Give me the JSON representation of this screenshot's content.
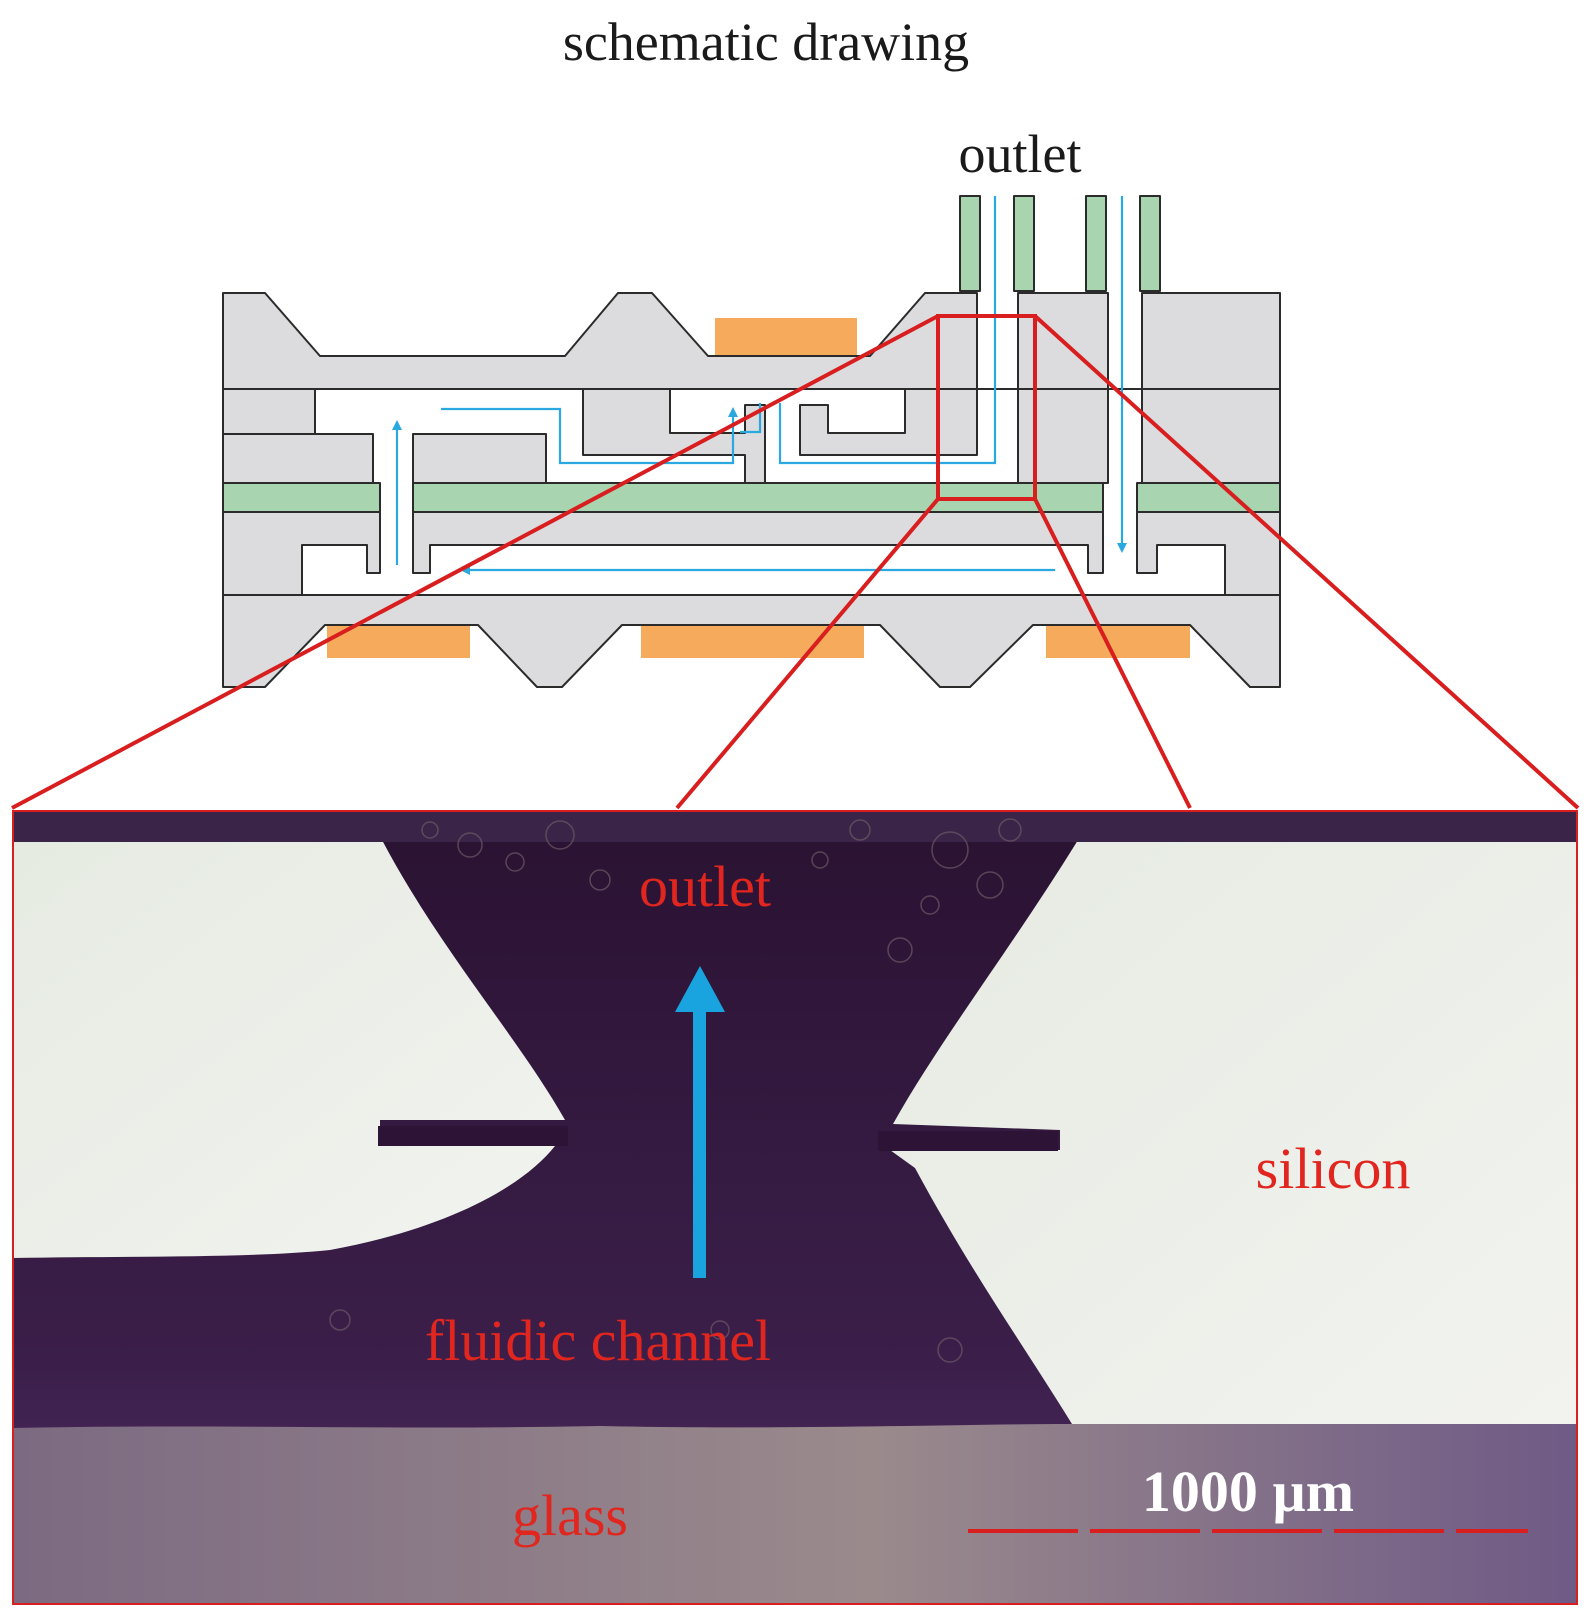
{
  "labels": {
    "schematic_title": "schematic drawing",
    "schematic_outlet": "outlet",
    "photo_outlet": "outlet",
    "photo_channel": "fluidic channel",
    "photo_silicon": "silicon",
    "photo_glass": "glass",
    "scale_bar": "1000 µm"
  },
  "colors": {
    "silicon_gray": "#dcdcde",
    "green_layer": "#a9d4b0",
    "orange_electrode": "#f6ab5c",
    "flow_blue": "#2aa8e0",
    "zoom_red": "#d81e1e",
    "channel_dark": "#2d1436",
    "glass_purple": "#8f7a8f",
    "silicon_light": "#e9eee6"
  }
}
